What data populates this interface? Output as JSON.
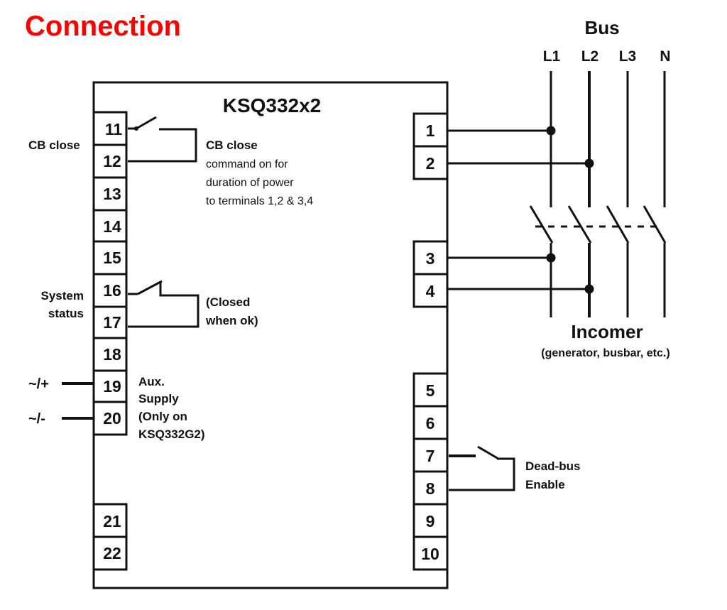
{
  "title": "Connection",
  "module": {
    "name": "KSQ332x2"
  },
  "bus": {
    "label": "Bus",
    "phases": [
      "L1",
      "L2",
      "L3",
      "N"
    ]
  },
  "incomer": {
    "label": "Incomer",
    "sublabel": "(generator, busbar, etc.)"
  },
  "left_terminals": [
    "11",
    "12",
    "13",
    "14",
    "15",
    "16",
    "17",
    "18",
    "19",
    "20",
    "21",
    "22"
  ],
  "right_terminals": [
    "1",
    "2",
    "3",
    "4",
    "5",
    "6",
    "7",
    "8",
    "9",
    "10"
  ],
  "labels": {
    "cb_close_left": "CB close",
    "cb_close_title": "CB close",
    "cb_close_desc": [
      "command on for",
      "duration of power",
      "to terminals 1,2 & 3,4"
    ],
    "system_status": [
      "System",
      "status"
    ],
    "closed_when_ok": [
      "(Closed",
      "when ok)"
    ],
    "supply_plus": "~/+",
    "supply_minus": "~/-",
    "aux_supply": [
      "Aux.",
      "Supply",
      "(Only on",
      "KSQ332G2)"
    ],
    "dead_bus": [
      "Dead-bus",
      "Enable"
    ]
  }
}
